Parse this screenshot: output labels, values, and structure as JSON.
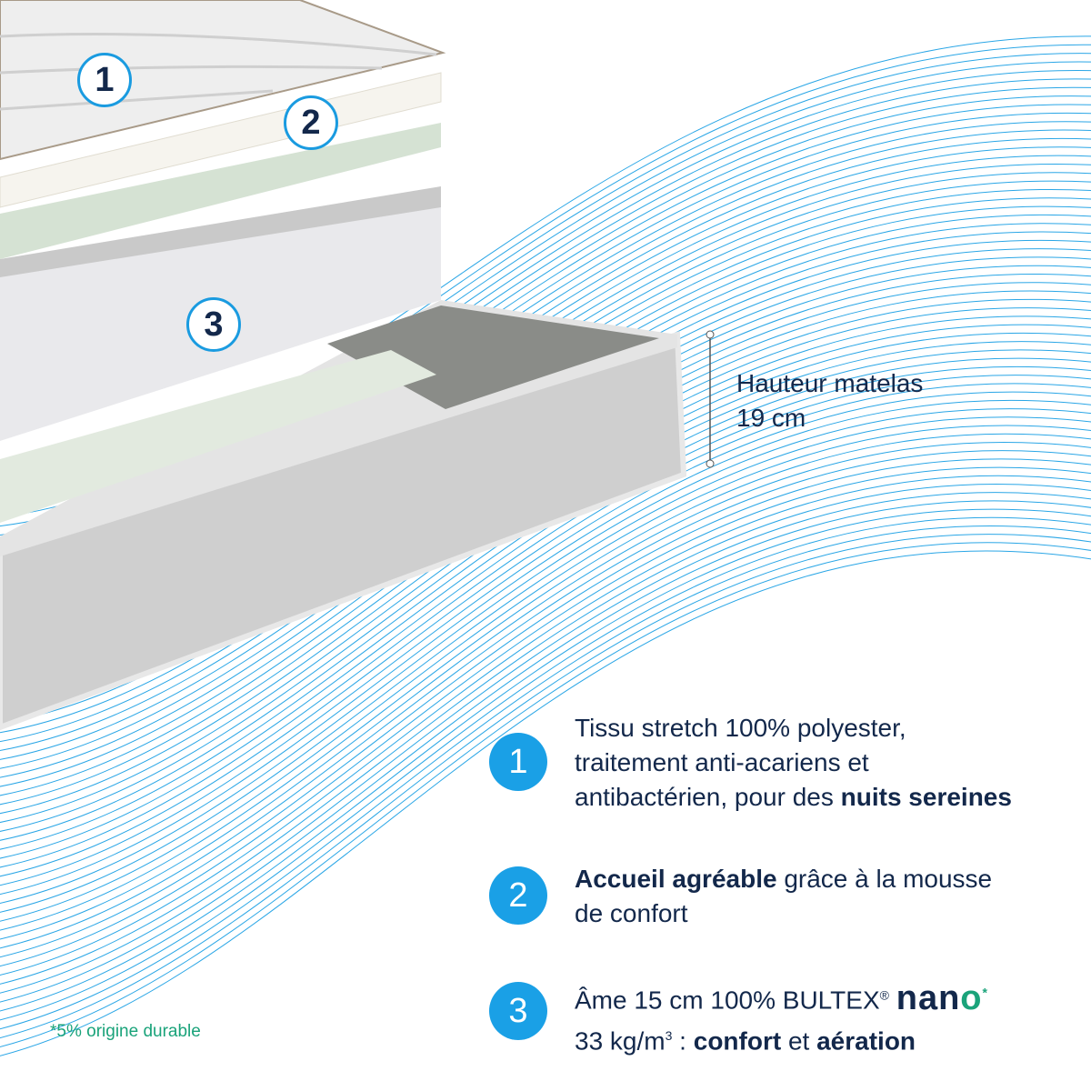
{
  "colors": {
    "accent": "#1aa0e6",
    "navy": "#13284b",
    "green": "#1aa37a"
  },
  "badges": [
    "1",
    "2",
    "3"
  ],
  "height_label": {
    "line1": "Hauteur matelas",
    "line2": "19 cm"
  },
  "features": [
    {
      "num": "1",
      "line1": "Tissu stretch 100% polyester,",
      "line2": "traitement anti-acariens et",
      "line3_pre": "antibactérien, pour des ",
      "line3_bold": "nuits sereines"
    },
    {
      "num": "2",
      "bold": "Accueil agréable",
      "rest1": " grâce à la mousse",
      "line2": "de confort"
    },
    {
      "num": "3",
      "pre": "Âme 15 cm 100% BULTEX",
      "reg": "®",
      "nano_a": "nan",
      "nano_o": "o",
      "star": "*",
      "line2_pre": "33 kg/m",
      "sup": "3",
      "line2_mid": " : ",
      "bold1": "confort",
      "mid2": " et ",
      "bold2": "aération"
    }
  ],
  "footnote": "*5% origine durable"
}
